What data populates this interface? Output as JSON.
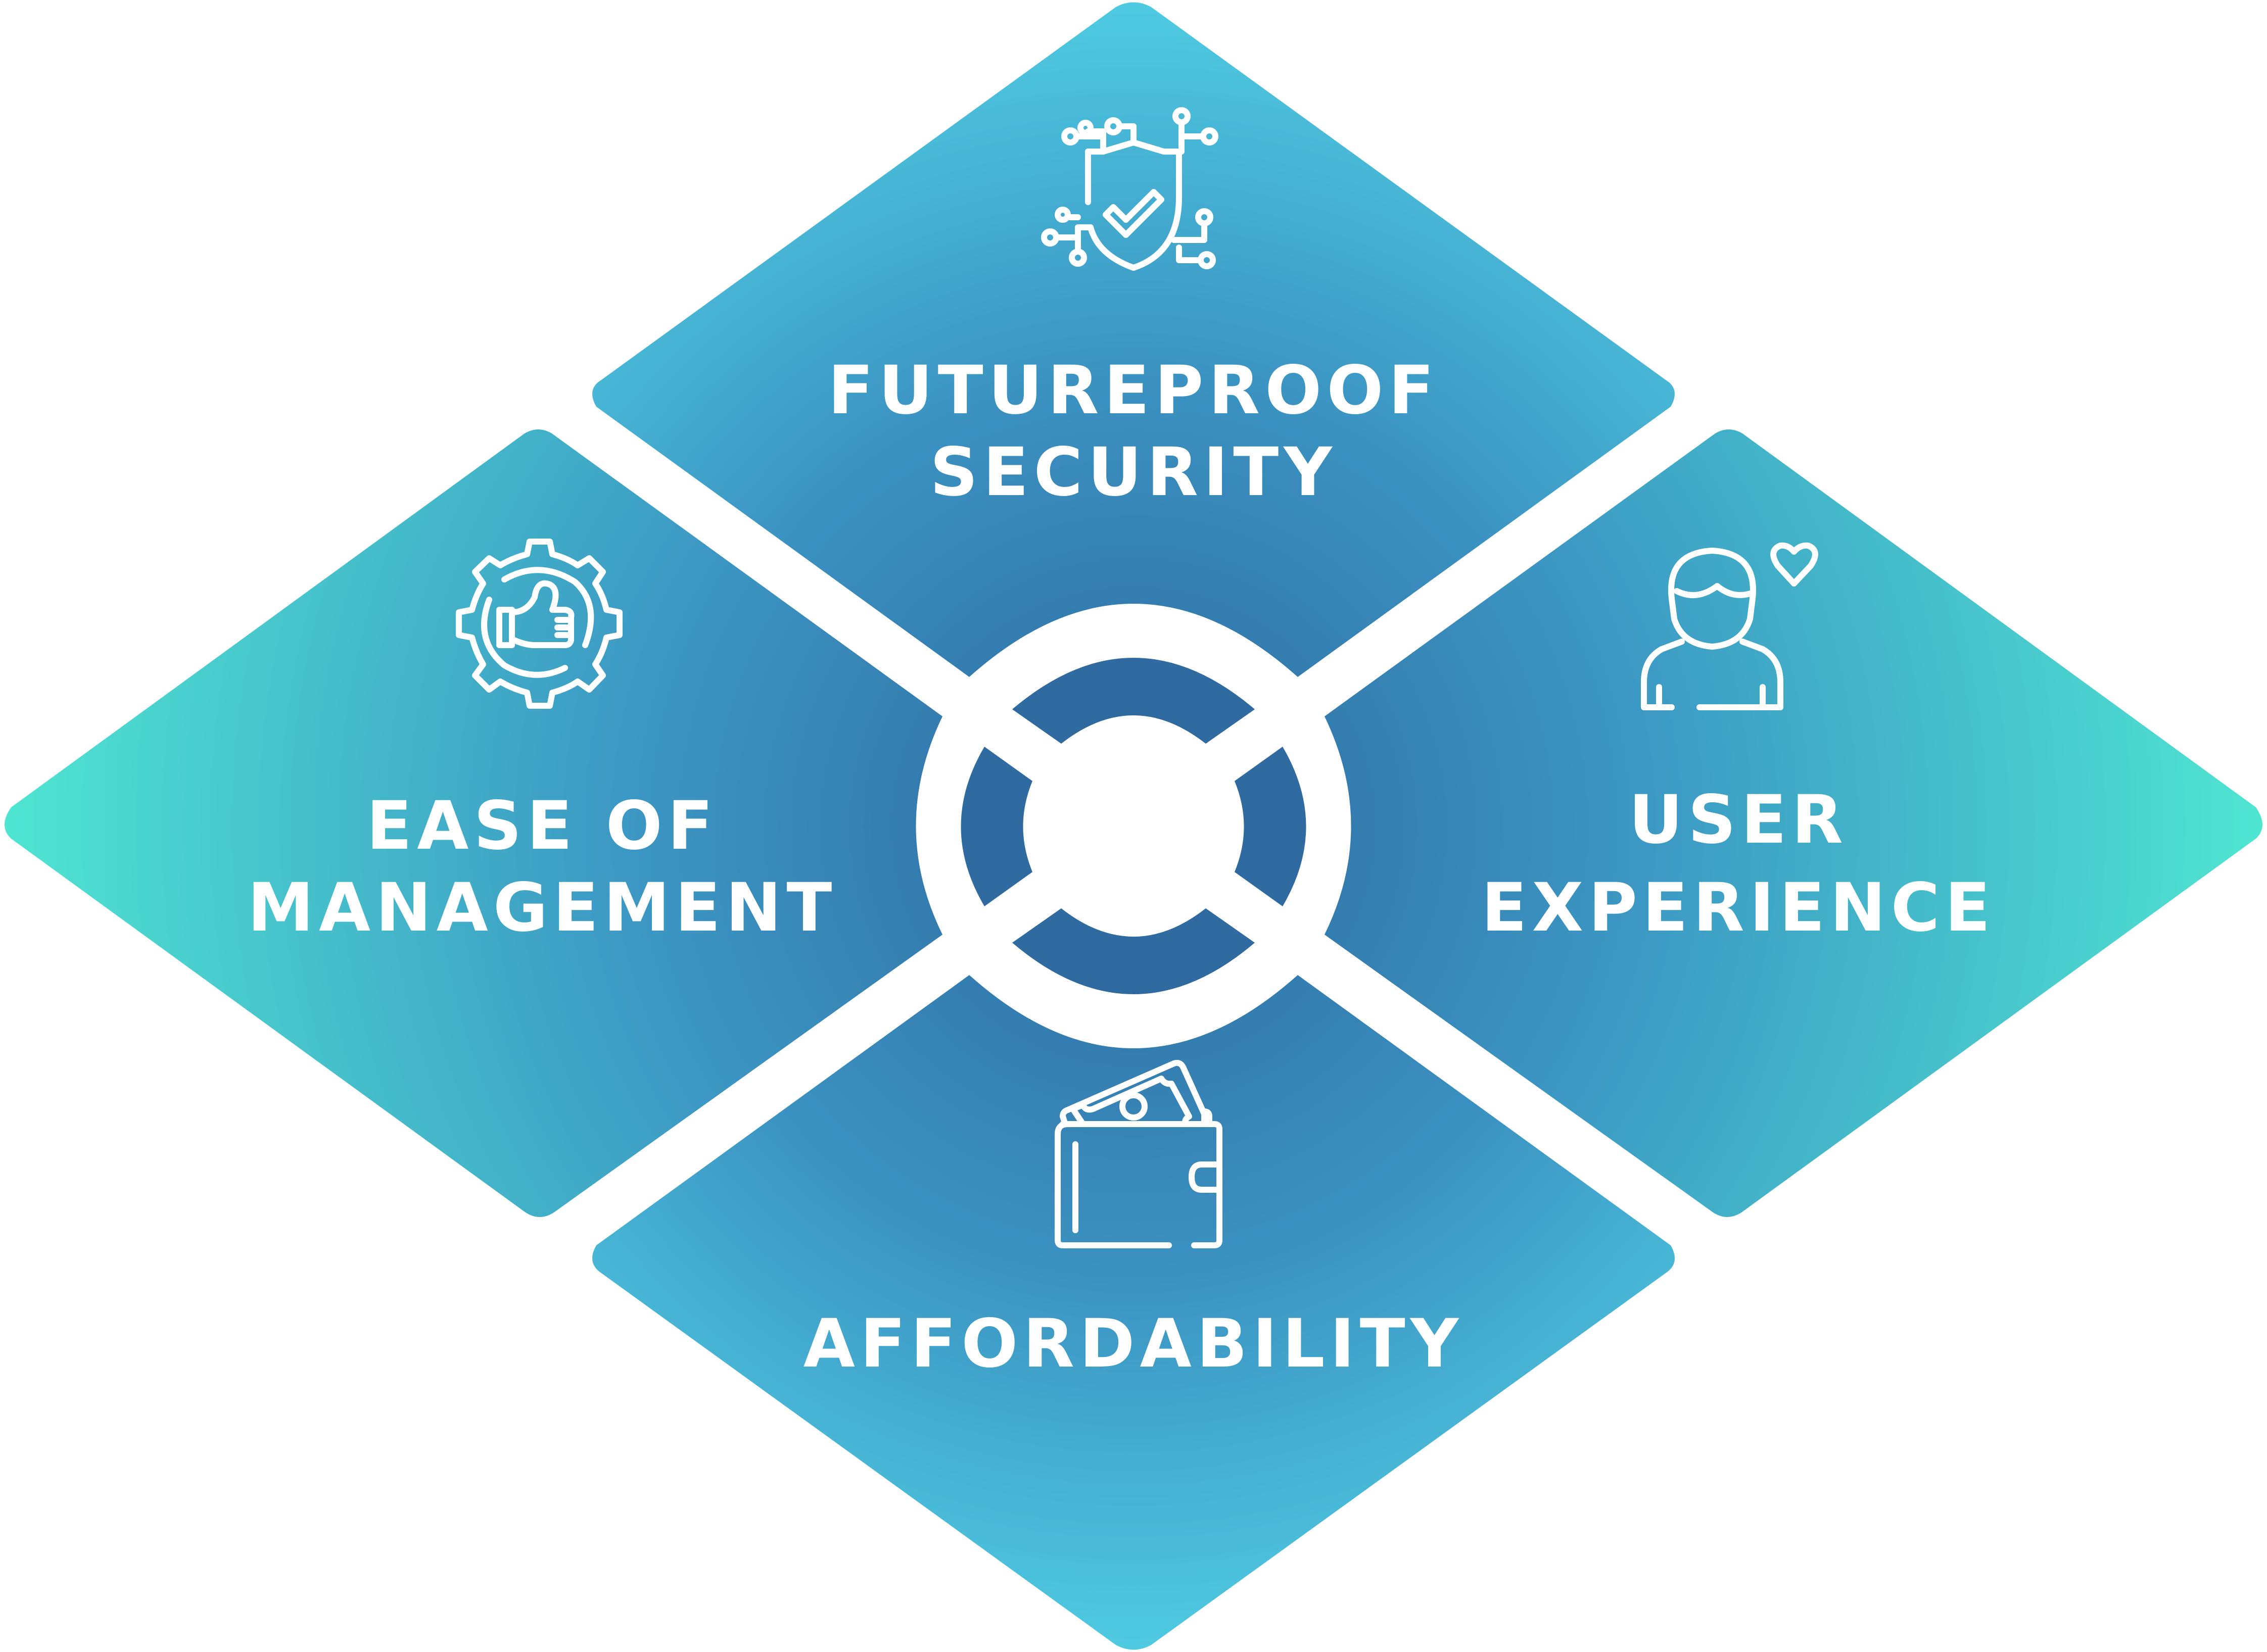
{
  "diagram": {
    "segments": [
      {
        "id": "top",
        "lines": [
          "FUTUREPROOF",
          "SECURITY"
        ],
        "icon": "shield-check-circuit-icon"
      },
      {
        "id": "left",
        "lines": [
          "EASE OF",
          "MANAGEMENT"
        ],
        "icon": "gear-thumbs-up-icon"
      },
      {
        "id": "right",
        "lines": [
          "USER",
          "EXPERIENCE"
        ],
        "icon": "user-heart-icon"
      },
      {
        "id": "bottom",
        "lines": [
          "AFFORDABILITY"
        ],
        "icon": "wallet-money-icon"
      }
    ],
    "colors": {
      "center": "#2f6aa0",
      "mid": "#3a9cc6",
      "edge_top_bottom": "#4dc6e0",
      "edge_sides": "#4ee3d2",
      "text": "#ffffff"
    }
  }
}
